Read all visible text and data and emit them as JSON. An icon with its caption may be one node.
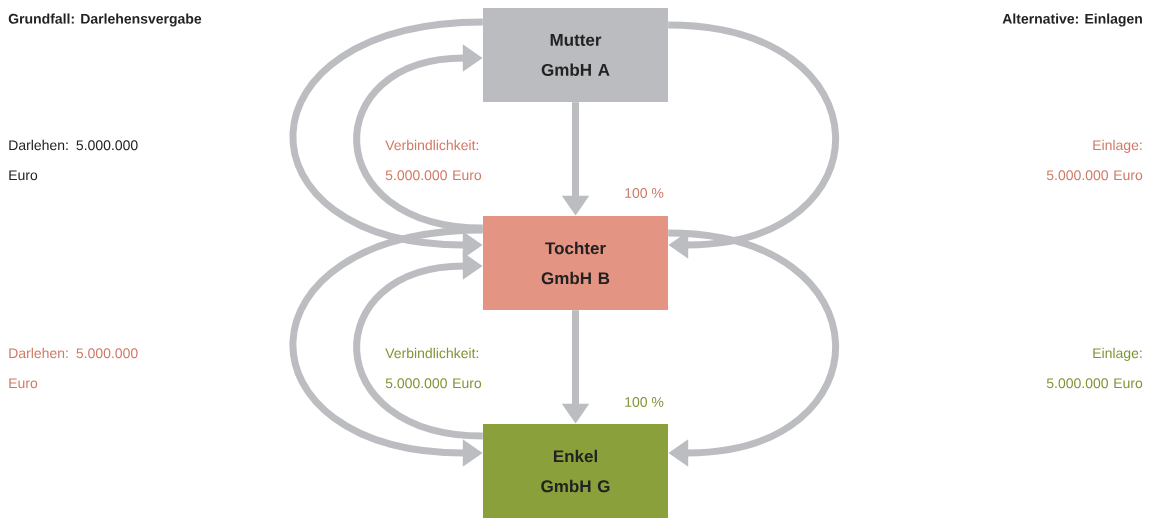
{
  "diagram": {
    "nodes": [
      {
        "text": [
          "Mutter GmbH A"
        ]
      },
      {
        "text": [
          "Tochter GmbH B"
        ]
      },
      {
        "text": [
          "Enkel GmbH G"
        ]
      }
    ],
    "edges": [
      {
        "from": 0,
        "to": 1,
        "arrow": "to"
      },
      {
        "from": 1,
        "to": 2,
        "arrow": "to"
      },
      {
        "from": 0,
        "to": 1,
        "arrow": "to"
      },
      {
        "from": 1,
        "to": 0,
        "arrow": "to"
      },
      {
        "from": 0,
        "to": 1,
        "arrow": "to"
      },
      {
        "from": 1,
        "to": 2,
        "arrow": "to"
      },
      {
        "from": 2,
        "to": 1,
        "arrow": "to"
      },
      {
        "from": 1,
        "to": 2,
        "arrow": "to"
      }
    ],
    "labels": [
      "Grundfall: Darlehensvergabe",
      "Alternative: Einlagen",
      "Darlehen: 5.000.000 Euro",
      "Verbindlichkeit: 5.000.000 Euro",
      "Einlage: 5.000.000 Euro",
      "100 %",
      "Darlehen: 5.000.000 Euro",
      "Verbindlichkeit: 5.000.000 Euro",
      "Einlage: 5.000.000 Euro",
      "100 %"
    ]
  }
}
